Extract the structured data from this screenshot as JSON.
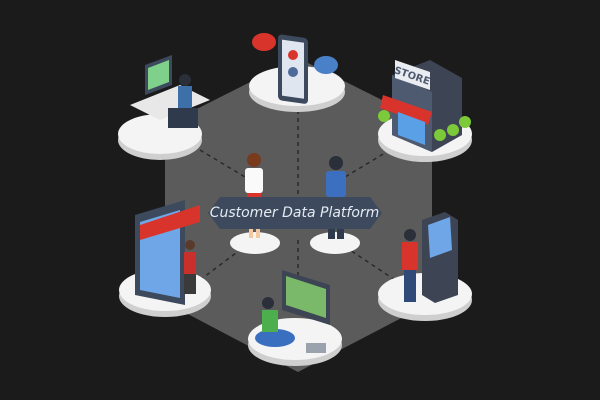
{
  "center_label": "Customer Data Platform",
  "store_sign": "STORE",
  "colors": {
    "background": "#1b1b1b",
    "hexagon": "#5b5b5b",
    "platform": "#f2f2f2",
    "banner": "#3d4a5e",
    "accent_red": "#d9342b"
  },
  "touchpoints": [
    "desktop-computer-user",
    "mobile-chat",
    "physical-store",
    "mobile-shop",
    "kiosk",
    "smart-tv-gamer"
  ]
}
